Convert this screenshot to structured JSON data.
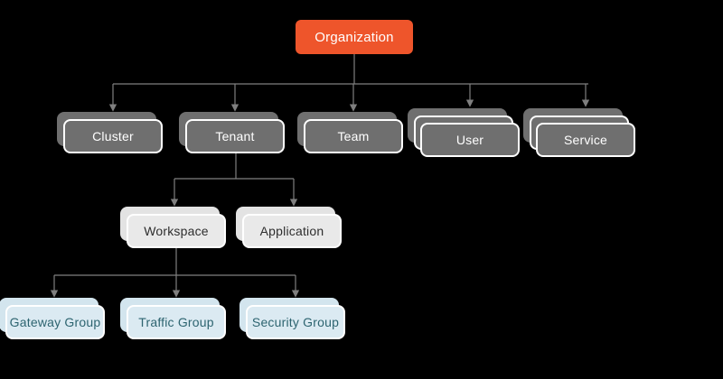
{
  "diagram": {
    "type": "hierarchy-tree",
    "background": "#000000",
    "nodes": {
      "organization": {
        "label": "Organization",
        "level": 0,
        "stack": 1,
        "style": "orange"
      },
      "cluster": {
        "label": "Cluster",
        "level": 1,
        "stack": 2,
        "style": "gray"
      },
      "tenant": {
        "label": "Tenant",
        "level": 1,
        "stack": 2,
        "style": "gray"
      },
      "team": {
        "label": "Team",
        "level": 1,
        "stack": 2,
        "style": "gray"
      },
      "user": {
        "label": "User",
        "level": 1,
        "stack": 3,
        "style": "gray"
      },
      "service": {
        "label": "Service",
        "level": 1,
        "stack": 3,
        "style": "gray"
      },
      "workspace": {
        "label": "Workspace",
        "level": 2,
        "stack": 2,
        "style": "light-gray"
      },
      "application": {
        "label": "Application",
        "level": 2,
        "stack": 2,
        "style": "light-gray"
      },
      "gateway_group": {
        "label": "Gateway Group",
        "level": 3,
        "stack": 2,
        "style": "light-blue"
      },
      "traffic_group": {
        "label": "Traffic Group",
        "level": 3,
        "stack": 2,
        "style": "light-blue"
      },
      "security_group": {
        "label": "Security Group",
        "level": 3,
        "stack": 2,
        "style": "light-blue"
      }
    },
    "edges": [
      {
        "from": "organization",
        "to": "cluster"
      },
      {
        "from": "organization",
        "to": "tenant"
      },
      {
        "from": "organization",
        "to": "team"
      },
      {
        "from": "organization",
        "to": "user"
      },
      {
        "from": "organization",
        "to": "service"
      },
      {
        "from": "tenant",
        "to": "workspace"
      },
      {
        "from": "tenant",
        "to": "application"
      },
      {
        "from": "workspace",
        "to": "gateway_group"
      },
      {
        "from": "workspace",
        "to": "traffic_group"
      },
      {
        "from": "workspace",
        "to": "security_group"
      }
    ]
  },
  "colors": {
    "root_fill": "#ee552b",
    "root_text": "#ffffff",
    "gray_fill": "#6f6f6f",
    "gray_text": "#ffffff",
    "light_fill": "#e9e9e9",
    "light_back": "#e3e3e3",
    "light_text": "#2e2e2e",
    "blue_fill": "#dbeaf2",
    "blue_back": "#d3e5ee",
    "blue_text": "#2d6470",
    "line_color": "#7f7f7f",
    "border_color": "#ffffff",
    "bg": "#000000"
  }
}
